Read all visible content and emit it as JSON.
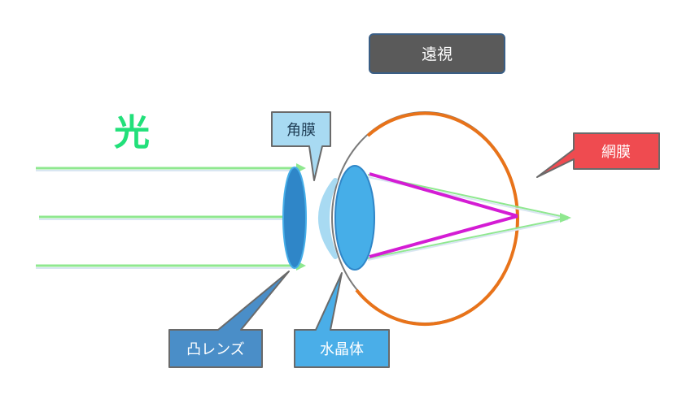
{
  "title": "遠視",
  "light_label": "光",
  "labels": {
    "cornea": "角膜",
    "retina": "網膜",
    "convex_lens": "凸レンズ",
    "crystalline_lens": "水晶体"
  },
  "colors": {
    "title_box": "#5a5a5a",
    "title_border": "#3a5e85",
    "light_text": "#22e07a",
    "incoming_ray": "#8fe88f",
    "focus_ray": "#d41cd4",
    "retina": "#e8731a",
    "eyeball_outline": "#7a7a7a",
    "convex_lens": "#2f86c8",
    "crystalline_lens": "#46aee8",
    "cornea": "#a8daf2",
    "cornea_label_box": "#a8daf2",
    "retina_label_box": "#ef4b50",
    "convex_lens_label_box": "#4a8ec8",
    "crystalline_lens_label_box": "#4aaee8"
  }
}
